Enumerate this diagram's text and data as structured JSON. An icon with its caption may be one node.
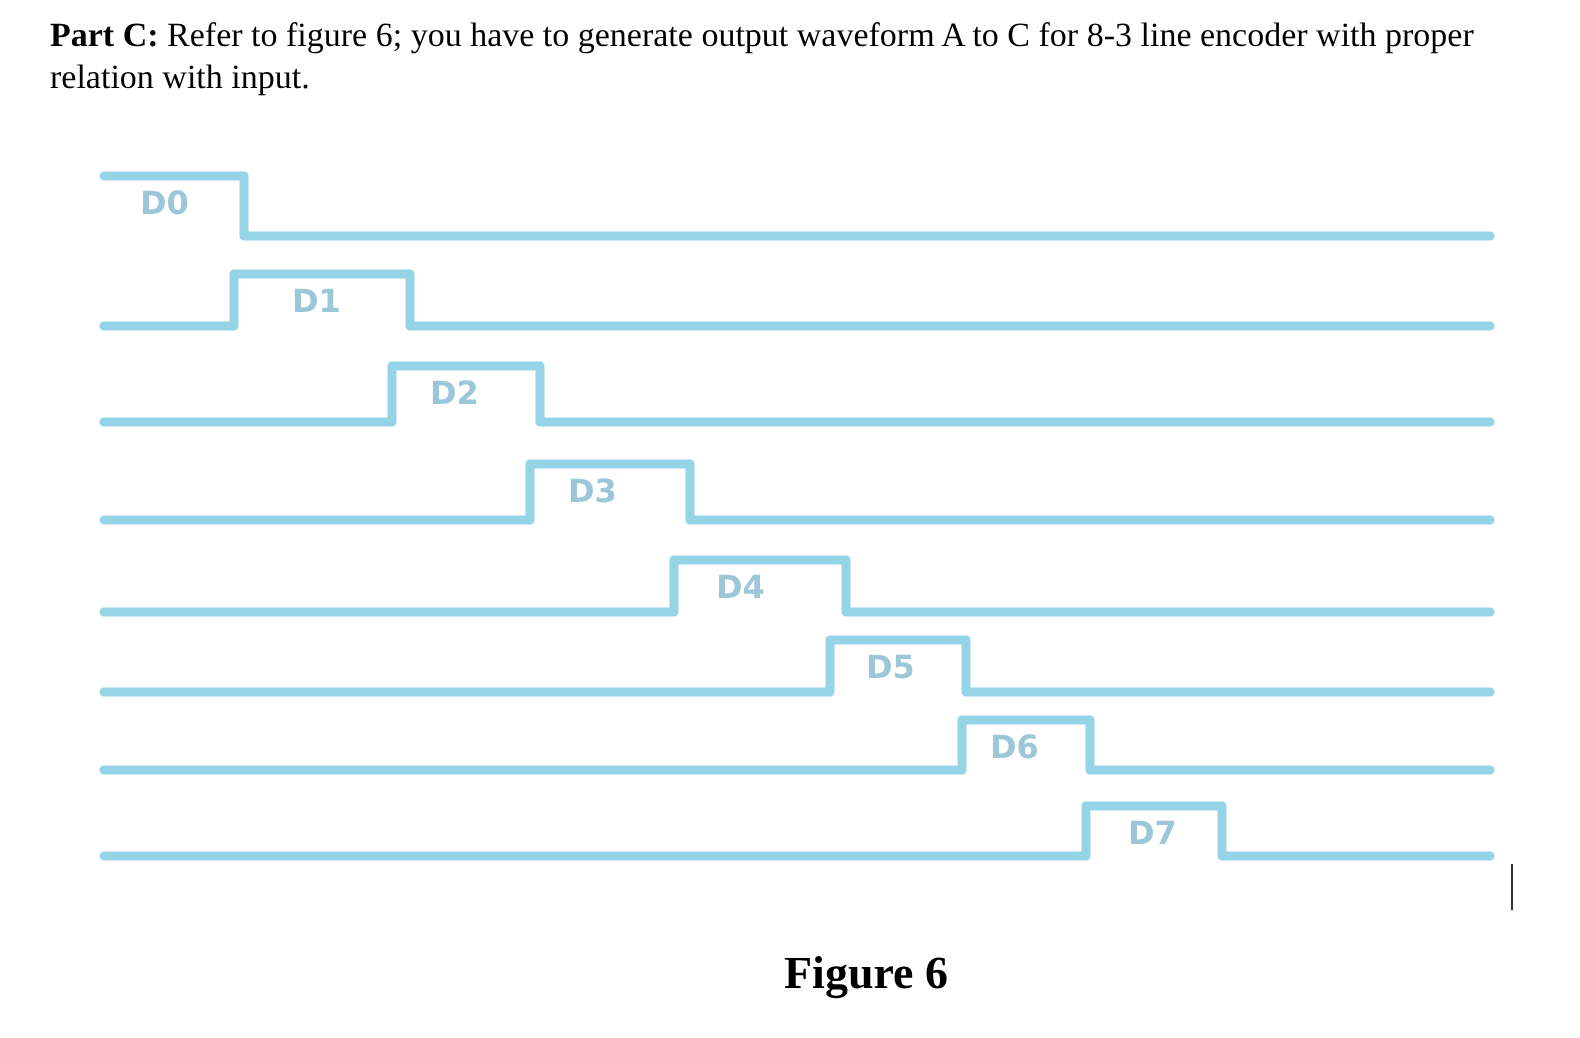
{
  "diagram": {
    "title": "**Part C:** Refer to figure 6; you have to generate output waveform A to C for 8-3 line encoder with proper relation with input.",
    "caption": "Figure 6",
    "labels": [
      "D0",
      "D1",
      "D2",
      "D3",
      "D4",
      "D5",
      "D6",
      "D7"
    ]
  }
}
